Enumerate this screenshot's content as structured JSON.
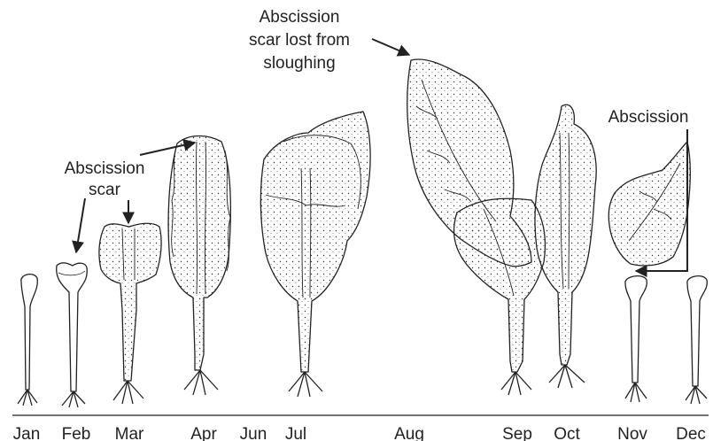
{
  "annotations": {
    "abscission_scar_lost": [
      "Abscission",
      "scar lost from",
      "sloughing"
    ],
    "abscission_scar": [
      "Abscission",
      "scar"
    ],
    "abscission": "Abscission"
  },
  "months": [
    "Jan",
    "Feb",
    "Mar",
    "Apr",
    "Jun",
    "Jul",
    "Aug",
    "Sep",
    "Oct",
    "Nov",
    "Dec"
  ],
  "colors": {
    "ink": "#222222",
    "fill": "#ffffff"
  }
}
